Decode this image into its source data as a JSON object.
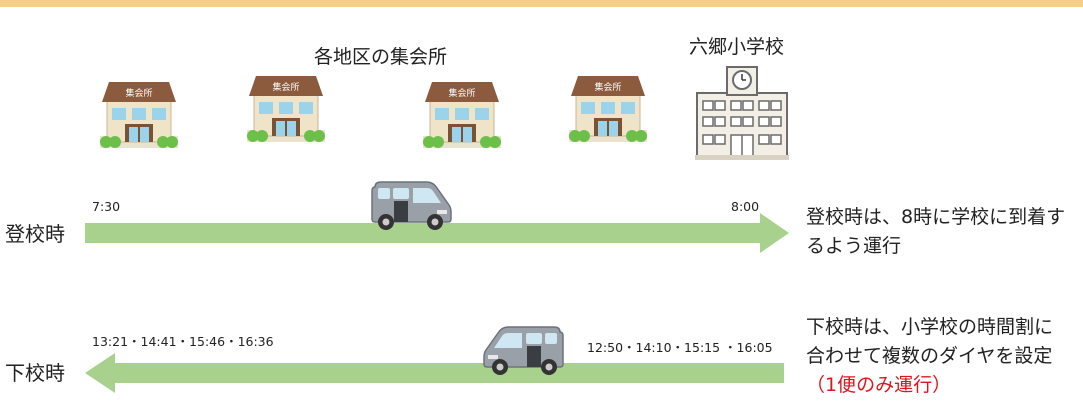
{
  "header": {
    "title": "各地区の集会所"
  },
  "school": {
    "name": "六郷小学校"
  },
  "halls": [
    {
      "sign": "集会所"
    },
    {
      "sign": "集会所"
    },
    {
      "sign": "集会所"
    },
    {
      "sign": "集会所"
    }
  ],
  "going": {
    "label": "登校時",
    "start_time": "7:30",
    "end_time": "8:00",
    "description": [
      "登校時は、8時に学校に到着す",
      "るよう運行"
    ],
    "direction": "right"
  },
  "returning": {
    "label": "下校時",
    "school_departures": "12:50・14:10・15:15 ・16:05",
    "hall_arrivals": "13:21・14:41・15:46・16:36",
    "description": [
      "下校時は、小学校の時間割に",
      "合わせて複数のダイヤを設定"
    ],
    "note": "（1便のみ運行）",
    "direction": "left"
  },
  "colors": {
    "accent_bar": "#f5cf86",
    "arrow_green": "#a9d18e",
    "note_red": "#e0141e",
    "roof_brown": "#8c5a3c",
    "wall_beige": "#efe3c8",
    "window_blue": "#9bd3ea",
    "van_gray": "#9aa0a8"
  }
}
